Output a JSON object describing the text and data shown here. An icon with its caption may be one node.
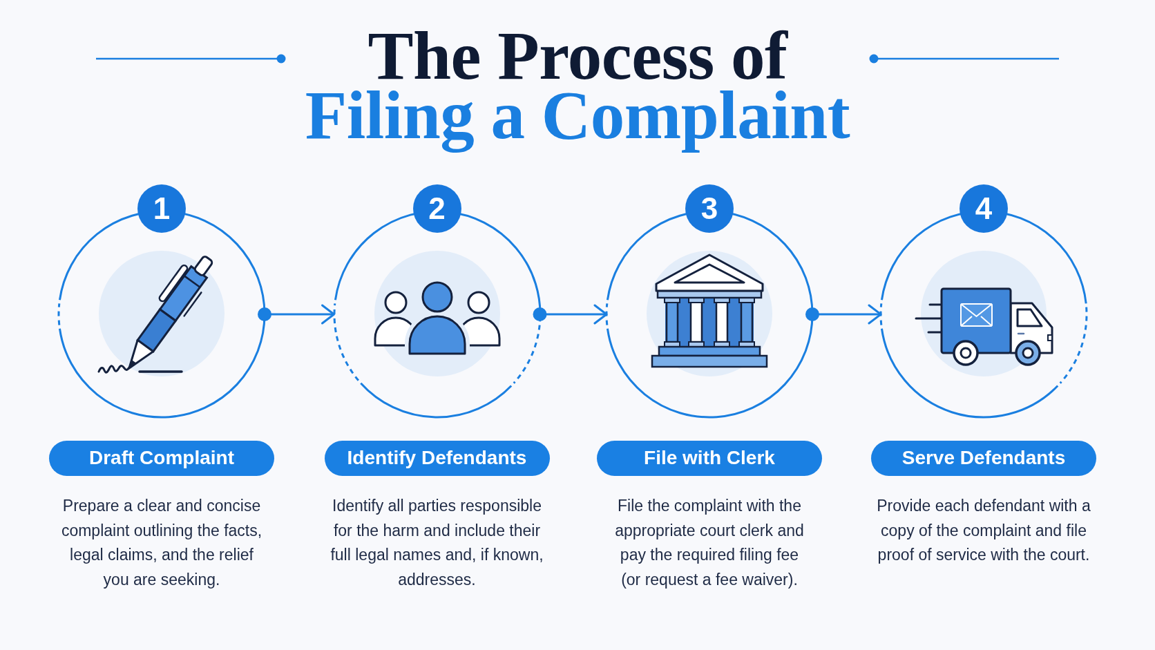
{
  "diagram": {
    "title": "The Process of Filing a Complaint",
    "nodes": [
      {
        "text": [],
        "shape": "circle"
      },
      {
        "text": [
          "1"
        ]
      },
      {
        "text": [
          "Draft Complaint"
        ],
        "beside": [
          "Prepare a clear and concise complaint outlining the facts, legal claims, and the relief you are seeking."
        ]
      },
      {
        "text": [],
        "shape": "circle"
      },
      {
        "text": [
          "2"
        ]
      },
      {
        "text": [
          "Identify Defendants"
        ],
        "beside": [
          "Identify all parties responsible for the harm and include their full legal names and, if known, addresses."
        ]
      },
      {
        "text": [],
        "shape": "circle"
      },
      {
        "text": [
          "3"
        ]
      },
      {
        "text": [
          "File with Clerk"
        ],
        "beside": [
          "File the complaint with the appropriate court clerk and pay the required filing fee (or request a fee waiver)."
        ]
      },
      {
        "text": [],
        "shape": "circle"
      },
      {
        "text": [
          "4"
        ]
      },
      {
        "text": [
          "Serve Defendants"
        ],
        "beside": [
          "Provide each defendant with a copy of the complaint and file proof of service with the court."
        ]
      }
    ],
    "edges": [
      {
        "from": 0,
        "to": 3,
        "arrow": "to"
      },
      {
        "from": 3,
        "to": 6,
        "arrow": "to"
      },
      {
        "from": 6,
        "to": 9,
        "arrow": "to"
      }
    ]
  }
}
